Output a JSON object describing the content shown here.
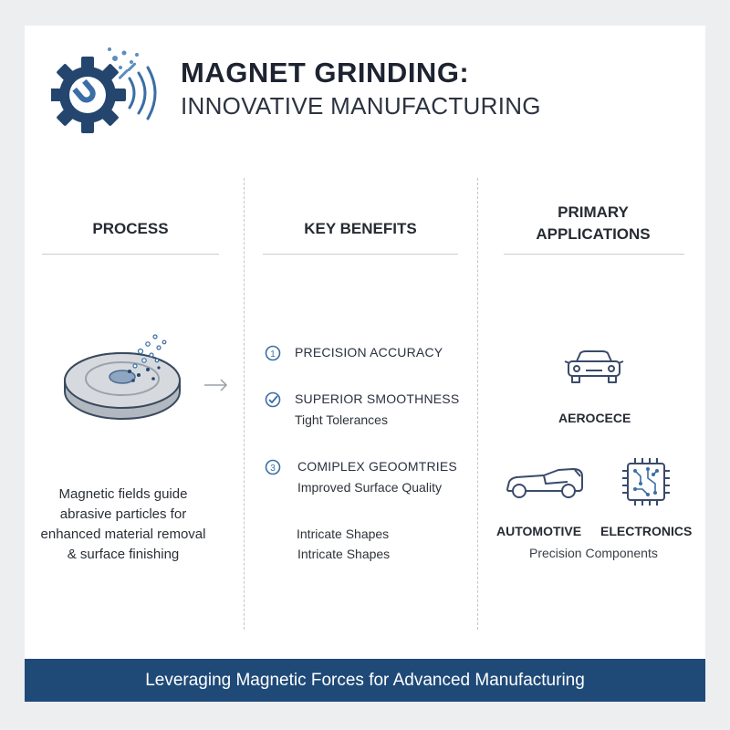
{
  "header": {
    "title_line1": "MAGNET GRINDING:",
    "title_line2": "INNOVATIVE MANUFACTURING",
    "logo_icon": "gear-magnet-icon"
  },
  "process": {
    "heading": "PROCESS",
    "description_lines": [
      "Magnetic fields guide",
      "abrasive particles for",
      "enhanced material removal",
      "& surface finishing"
    ],
    "illustration_icon": "abrasive-disc-icon"
  },
  "benefits": {
    "heading": "KEY BENEFITS",
    "items": [
      {
        "icon": "number-1-circle-icon",
        "title": "PRECISION ACCURACY",
        "subtitle": ""
      },
      {
        "icon": "check-circle-icon",
        "title": "SUPERIOR SMOOTHNESS",
        "subtitle": "Tight Tolerances"
      },
      {
        "icon": "number-3-circle-icon",
        "title": "COMIPLEX GEOOMTRIES",
        "subtitle": "Improved Surface Quality"
      }
    ],
    "extra_lines": [
      "Intricate Shapes",
      "Intricate Shapes"
    ]
  },
  "applications": {
    "heading_lines": [
      "PRIMARY",
      "APPLICATIONS"
    ],
    "items": [
      {
        "icon": "car-front-icon",
        "label": "AEROCECE"
      },
      {
        "icon": "sports-car-icon",
        "label": "AUTOMOTIVE"
      },
      {
        "icon": "circuit-chip-icon",
        "label": "ELECTRONICS"
      }
    ],
    "subtitle": "Precision Components"
  },
  "footer": {
    "tagline": "Leveraging Magnetic Forces for Advanced Manufacturing"
  },
  "colors": {
    "brand_blue": "#1f4a78",
    "icon_blue": "#3a6ea5",
    "text_dark": "#262b33"
  }
}
